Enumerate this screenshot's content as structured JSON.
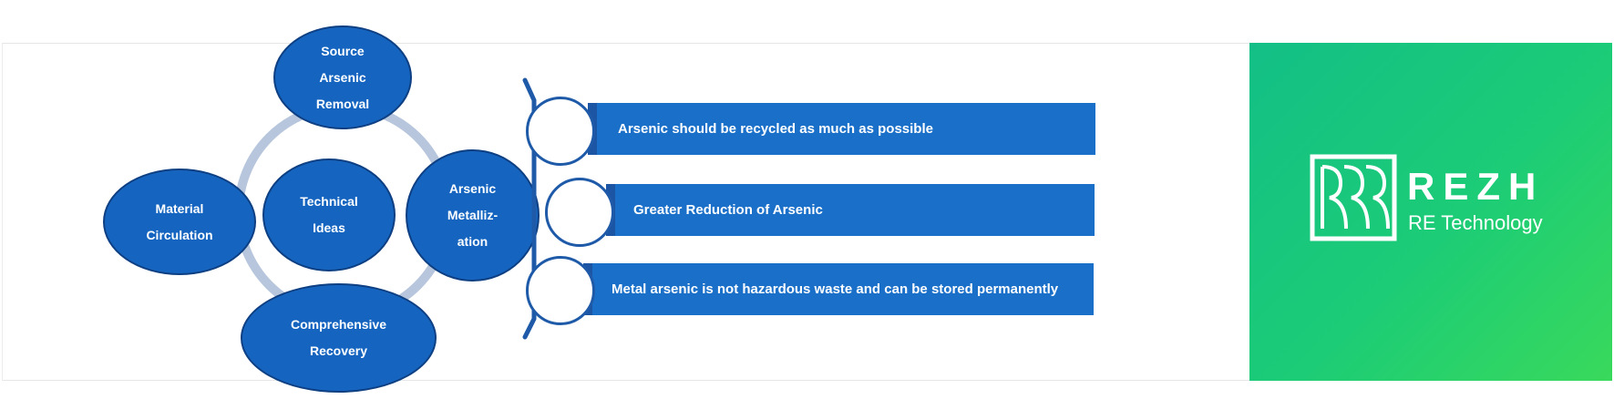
{
  "cycle": {
    "top": "Source\nArsenic\nRemoval",
    "left": "Material\nCirculation",
    "center": "Technical\nIdeas",
    "right": "Arsenic\nMetalliz-\nation",
    "bottom": "Comprehensive\nRecovery"
  },
  "points": [
    "Arsenic should be recycled as much as possible",
    "Greater Reduction of Arsenic",
    "Metal arsenic is not hazardous waste and can be stored permanently"
  ],
  "logo": {
    "name": "REZH",
    "subtitle": "RE Technology"
  },
  "colors": {
    "ellipse_fill": "#1565c0",
    "bar_fill": "#1a6fc9",
    "ring": "#b7c6dc",
    "logo_bg": "#1ccc76"
  }
}
